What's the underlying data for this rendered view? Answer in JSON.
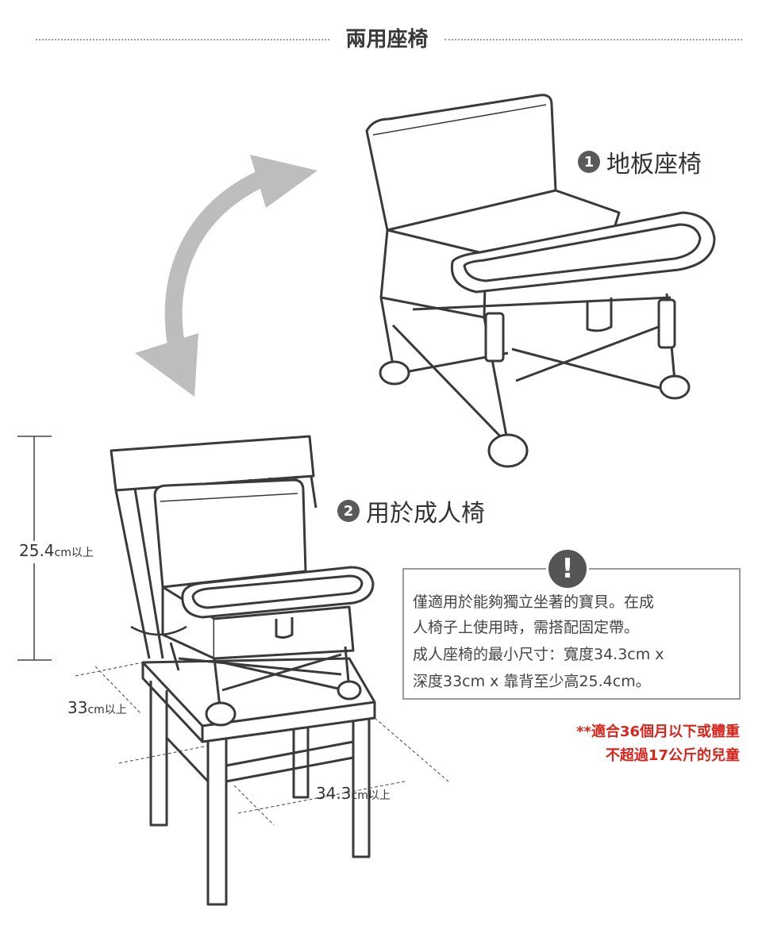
{
  "header": {
    "title": "兩用座椅"
  },
  "mode1": {
    "number": "1",
    "label": "地板座椅"
  },
  "mode2": {
    "number": "2",
    "label": "用於成人椅"
  },
  "dimensions": {
    "height": {
      "value": "25.4",
      "unit": "cm以上"
    },
    "depth": {
      "value": "33",
      "unit": "cm以上"
    },
    "width": {
      "value": "34.3",
      "unit": "cm以上"
    }
  },
  "notice": {
    "icon": "exclamation-icon",
    "lines": [
      "僅適用於能夠獨立坐著的寶貝。在成",
      "人椅子上使用時，需搭配固定帶。",
      "成人座椅的最小尺寸：寬度34.3cm x",
      "深度33cm x 靠背至少高25.4cm。"
    ]
  },
  "warning": {
    "line1": "**適合36個月以下或體重",
    "line2": "不超過17公斤的兒童"
  },
  "colors": {
    "line": "#3a3a3a",
    "arrow": "#bdbdbd",
    "warning": "#d9241c",
    "badge": "#5a5a5a"
  }
}
